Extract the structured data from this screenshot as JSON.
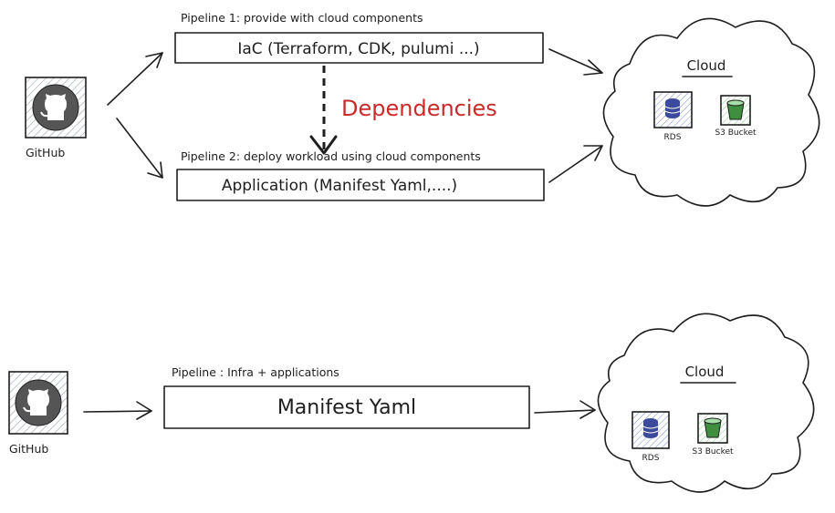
{
  "top": {
    "github_label": "GitHub",
    "pipeline1_label": "Pipeline 1: provide with cloud components",
    "pipeline1_box": "IaC (Terraform, CDK, pulumi ...)",
    "pipeline2_label": "Pipeline 2: deploy workload using cloud components",
    "pipeline2_box": "Application (Manifest Yaml,....)",
    "dependencies_label": "Dependencies",
    "cloud_title": "Cloud",
    "rds_label": "RDS",
    "s3_label": "S3 Bucket"
  },
  "bottom": {
    "github_label": "GitHub",
    "pipeline_label": "Pipeline : Infra + applications",
    "pipeline_box": "Manifest Yaml",
    "cloud_title": "Cloud",
    "rds_label": "RDS",
    "s3_label": "S3 Bucket"
  },
  "colors": {
    "dependencies": "#c92a2a",
    "rds_icon": "#3b4a9c",
    "s3_icon": "#3f8f3f",
    "github_icon": "#555555"
  }
}
